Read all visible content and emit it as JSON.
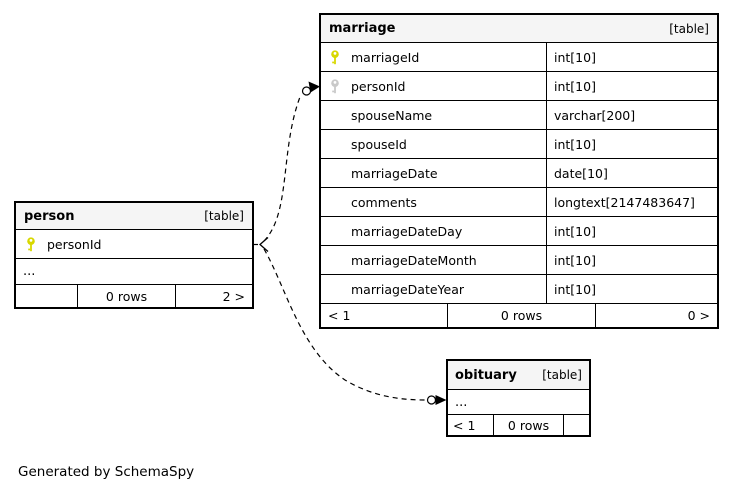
{
  "footer_note": "Generated by SchemaSpy",
  "colors": {
    "primary_key_icon": "#d8d800",
    "foreign_key_icon": "#c9c9c9",
    "header_background": "#f5f5f5",
    "border": "#000000",
    "relationship_line": "#000000"
  },
  "icons": {
    "primary_key": "yellow-key-icon",
    "foreign_key": "gray-key-icon"
  },
  "tables": {
    "marriage": {
      "name": "marriage",
      "tag": "[table]",
      "columns": [
        {
          "name": "marriageId",
          "type": "int[10]",
          "key": "primary"
        },
        {
          "name": "personId",
          "type": "int[10]",
          "key": "foreign"
        },
        {
          "name": "spouseName",
          "type": "varchar[200]",
          "key": "none"
        },
        {
          "name": "spouseId",
          "type": "int[10]",
          "key": "none"
        },
        {
          "name": "marriageDate",
          "type": "date[10]",
          "key": "none"
        },
        {
          "name": "comments",
          "type": "longtext[2147483647]",
          "key": "none"
        },
        {
          "name": "marriageDateDay",
          "type": "int[10]",
          "key": "none"
        },
        {
          "name": "marriageDateMonth",
          "type": "int[10]",
          "key": "none"
        },
        {
          "name": "marriageDateYear",
          "type": "int[10]",
          "key": "none"
        }
      ],
      "footer": {
        "prev": "< 1",
        "rows": "0 rows",
        "next": "0 >"
      }
    },
    "person": {
      "name": "person",
      "tag": "[table]",
      "columns": [
        {
          "name": "personId",
          "key": "primary"
        }
      ],
      "ellipsis": "...",
      "footer": {
        "prev": "",
        "rows": "0 rows",
        "next": "2 >"
      }
    },
    "obituary": {
      "name": "obituary",
      "tag": "[table]",
      "ellipsis": "...",
      "footer": {
        "prev": "< 1",
        "rows": "0 rows",
        "next": ""
      }
    }
  },
  "relationships": [
    {
      "from": "person.personId",
      "to": "marriage.personId",
      "style": "dashed"
    },
    {
      "from": "person.personId",
      "to": "obituary",
      "style": "dashed"
    }
  ]
}
